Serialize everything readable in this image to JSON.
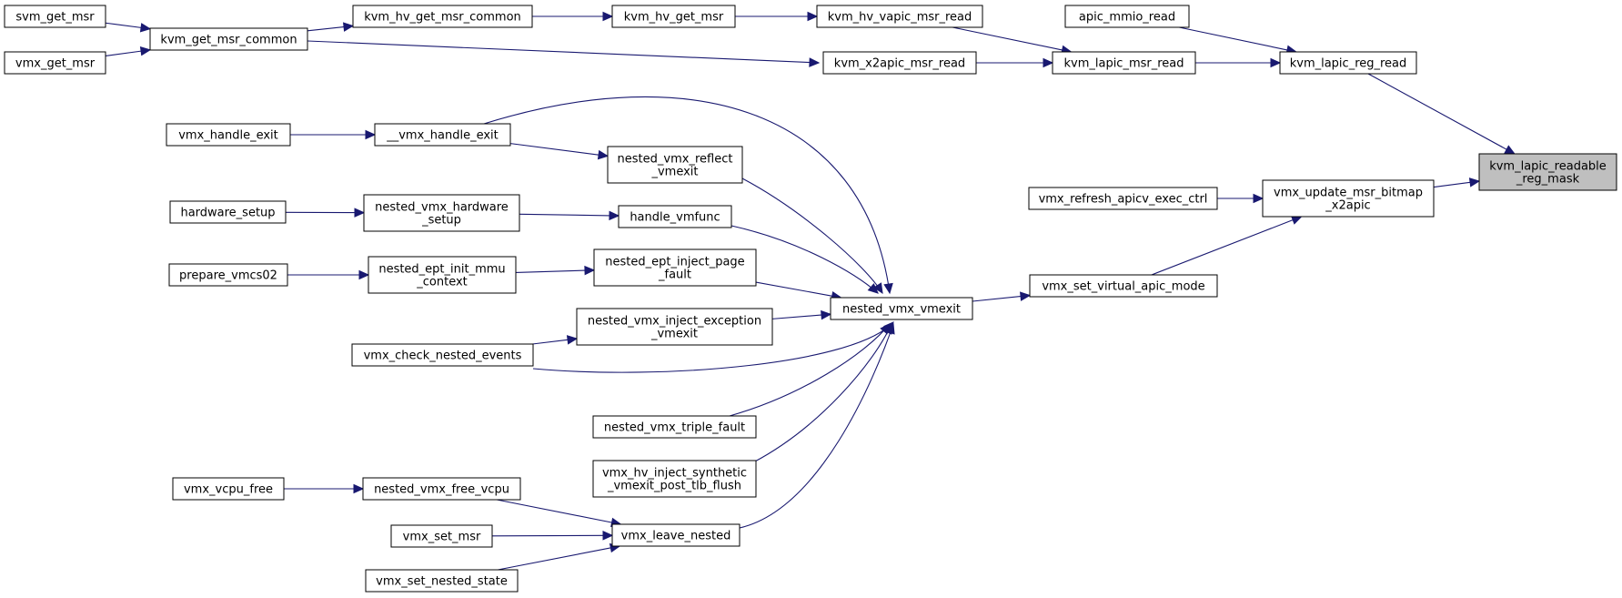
{
  "colors": {
    "edge": "#191970",
    "node_border": "#000000",
    "highlight_fill": "#bfbfbf"
  },
  "nodes": {
    "svm_get_msr": {
      "label": [
        "svm_get_msr"
      ]
    },
    "vmx_get_msr": {
      "label": [
        "vmx_get_msr"
      ]
    },
    "kvm_get_msr_common": {
      "label": [
        "kvm_get_msr_common"
      ]
    },
    "kvm_hv_get_msr_common": {
      "label": [
        "kvm_hv_get_msr_common"
      ]
    },
    "kvm_hv_get_msr": {
      "label": [
        "kvm_hv_get_msr"
      ]
    },
    "kvm_hv_vapic_msr_read": {
      "label": [
        "kvm_hv_vapic_msr_read"
      ]
    },
    "apic_mmio_read": {
      "label": [
        "apic_mmio_read"
      ]
    },
    "kvm_x2apic_msr_read": {
      "label": [
        "kvm_x2apic_msr_read"
      ]
    },
    "kvm_lapic_msr_read": {
      "label": [
        "kvm_lapic_msr_read"
      ]
    },
    "kvm_lapic_reg_read": {
      "label": [
        "kvm_lapic_reg_read"
      ]
    },
    "kvm_lapic_readable_reg_mask": {
      "label": [
        "kvm_lapic_readable",
        "_reg_mask"
      ]
    },
    "vmx_handle_exit": {
      "label": [
        "vmx_handle_exit"
      ]
    },
    "__vmx_handle_exit": {
      "label": [
        "__vmx_handle_exit"
      ]
    },
    "nested_vmx_reflect_vmexit": {
      "label": [
        "nested_vmx_reflect",
        "_vmexit"
      ]
    },
    "hardware_setup": {
      "label": [
        "hardware_setup"
      ]
    },
    "nested_vmx_hardware_setup": {
      "label": [
        "nested_vmx_hardware",
        "_setup"
      ]
    },
    "handle_vmfunc": {
      "label": [
        "handle_vmfunc"
      ]
    },
    "prepare_vmcs02": {
      "label": [
        "prepare_vmcs02"
      ]
    },
    "nested_ept_init_mmu_context": {
      "label": [
        "nested_ept_init_mmu",
        "_context"
      ]
    },
    "nested_ept_inject_page_fault": {
      "label": [
        "nested_ept_inject_page",
        "_fault"
      ]
    },
    "nested_vmx_inject_exception_vmexit": {
      "label": [
        "nested_vmx_inject_exception",
        "_vmexit"
      ]
    },
    "vmx_check_nested_events": {
      "label": [
        "vmx_check_nested_events"
      ]
    },
    "nested_vmx_triple_fault": {
      "label": [
        "nested_vmx_triple_fault"
      ]
    },
    "vmx_hv_inject_synthetic_vmexit_post_tlb_flush": {
      "label": [
        "vmx_hv_inject_synthetic",
        "_vmexit_post_tlb_flush"
      ]
    },
    "vmx_vcpu_free": {
      "label": [
        "vmx_vcpu_free"
      ]
    },
    "nested_vmx_free_vcpu": {
      "label": [
        "nested_vmx_free_vcpu"
      ]
    },
    "vmx_set_msr": {
      "label": [
        "vmx_set_msr"
      ]
    },
    "vmx_leave_nested": {
      "label": [
        "vmx_leave_nested"
      ]
    },
    "vmx_set_nested_state": {
      "label": [
        "vmx_set_nested_state"
      ]
    },
    "nested_vmx_vmexit": {
      "label": [
        "nested_vmx_vmexit"
      ]
    },
    "vmx_set_virtual_apic_mode": {
      "label": [
        "vmx_set_virtual_apic_mode"
      ]
    },
    "vmx_refresh_apicv_exec_ctrl": {
      "label": [
        "vmx_refresh_apicv_exec_ctrl"
      ]
    },
    "vmx_update_msr_bitmap_x2apic": {
      "label": [
        "vmx_update_msr_bitmap",
        "_x2apic"
      ]
    }
  },
  "edges": [
    [
      "svm_get_msr",
      "kvm_get_msr_common"
    ],
    [
      "vmx_get_msr",
      "kvm_get_msr_common"
    ],
    [
      "kvm_get_msr_common",
      "kvm_hv_get_msr_common"
    ],
    [
      "kvm_get_msr_common",
      "kvm_x2apic_msr_read"
    ],
    [
      "kvm_hv_get_msr_common",
      "kvm_hv_get_msr"
    ],
    [
      "kvm_hv_get_msr",
      "kvm_hv_vapic_msr_read"
    ],
    [
      "kvm_hv_vapic_msr_read",
      "kvm_lapic_msr_read"
    ],
    [
      "kvm_x2apic_msr_read",
      "kvm_lapic_msr_read"
    ],
    [
      "kvm_lapic_msr_read",
      "kvm_lapic_reg_read"
    ],
    [
      "apic_mmio_read",
      "kvm_lapic_reg_read"
    ],
    [
      "kvm_lapic_reg_read",
      "kvm_lapic_readable_reg_mask"
    ],
    [
      "vmx_update_msr_bitmap_x2apic",
      "kvm_lapic_readable_reg_mask"
    ],
    [
      "vmx_refresh_apicv_exec_ctrl",
      "vmx_update_msr_bitmap_x2apic"
    ],
    [
      "vmx_set_virtual_apic_mode",
      "vmx_update_msr_bitmap_x2apic"
    ],
    [
      "nested_vmx_vmexit",
      "vmx_set_virtual_apic_mode"
    ],
    [
      "vmx_handle_exit",
      "__vmx_handle_exit"
    ],
    [
      "__vmx_handle_exit",
      "nested_vmx_reflect_vmexit"
    ],
    [
      "__vmx_handle_exit",
      "nested_vmx_vmexit"
    ],
    [
      "nested_vmx_reflect_vmexit",
      "nested_vmx_vmexit"
    ],
    [
      "hardware_setup",
      "nested_vmx_hardware_setup"
    ],
    [
      "nested_vmx_hardware_setup",
      "handle_vmfunc"
    ],
    [
      "handle_vmfunc",
      "nested_vmx_vmexit"
    ],
    [
      "prepare_vmcs02",
      "nested_ept_init_mmu_context"
    ],
    [
      "nested_ept_init_mmu_context",
      "nested_ept_inject_page_fault"
    ],
    [
      "nested_ept_inject_page_fault",
      "nested_vmx_vmexit"
    ],
    [
      "vmx_check_nested_events",
      "nested_vmx_inject_exception_vmexit"
    ],
    [
      "nested_vmx_inject_exception_vmexit",
      "nested_vmx_vmexit"
    ],
    [
      "vmx_check_nested_events",
      "nested_vmx_vmexit"
    ],
    [
      "nested_vmx_triple_fault",
      "nested_vmx_vmexit"
    ],
    [
      "vmx_hv_inject_synthetic_vmexit_post_tlb_flush",
      "nested_vmx_vmexit"
    ],
    [
      "vmx_leave_nested",
      "nested_vmx_vmexit"
    ],
    [
      "vmx_vcpu_free",
      "nested_vmx_free_vcpu"
    ],
    [
      "nested_vmx_free_vcpu",
      "vmx_leave_nested"
    ],
    [
      "vmx_set_msr",
      "vmx_leave_nested"
    ],
    [
      "vmx_set_nested_state",
      "vmx_leave_nested"
    ]
  ]
}
